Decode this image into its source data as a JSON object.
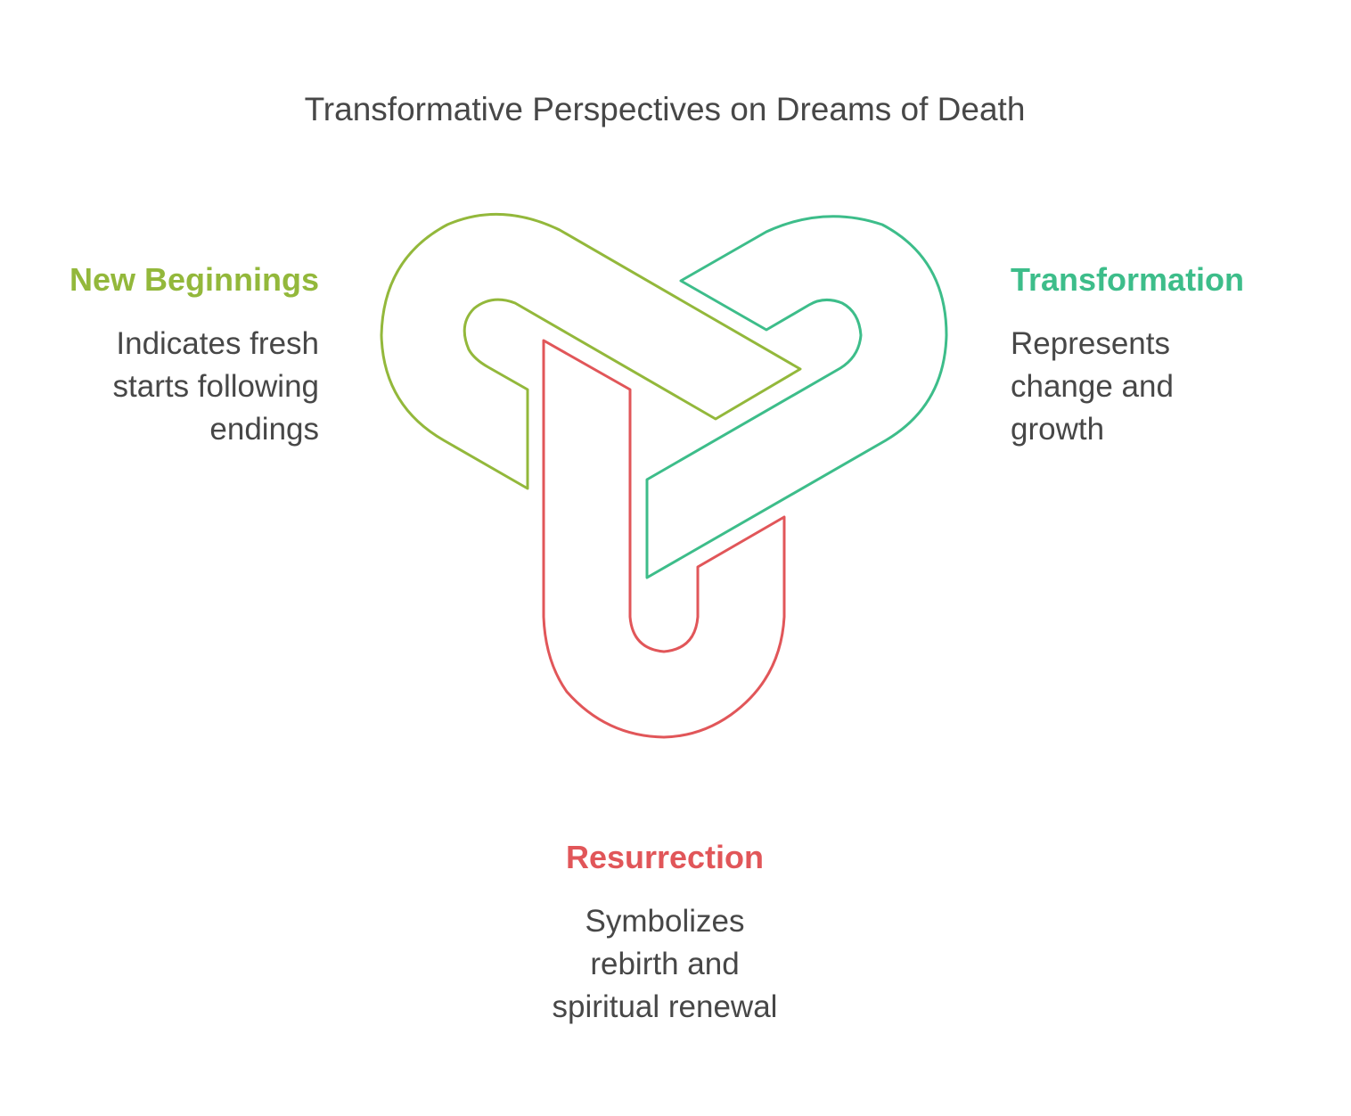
{
  "title": "Transformative Perspectives on Dreams of Death",
  "colors": {
    "new_beginnings": "#93b83b",
    "transformation": "#3dbd8a",
    "resurrection": "#e15659",
    "text": "#474747"
  },
  "items": {
    "new_beginnings": {
      "heading": "New Beginnings",
      "desc_lines": [
        "Indicates fresh",
        "starts following",
        "endings"
      ]
    },
    "transformation": {
      "heading": "Transformation",
      "desc_lines": [
        "Represents",
        "change and",
        "growth"
      ]
    },
    "resurrection": {
      "heading": "Resurrection",
      "desc_lines": [
        "Symbolizes",
        "rebirth and",
        "spiritual renewal"
      ]
    }
  }
}
